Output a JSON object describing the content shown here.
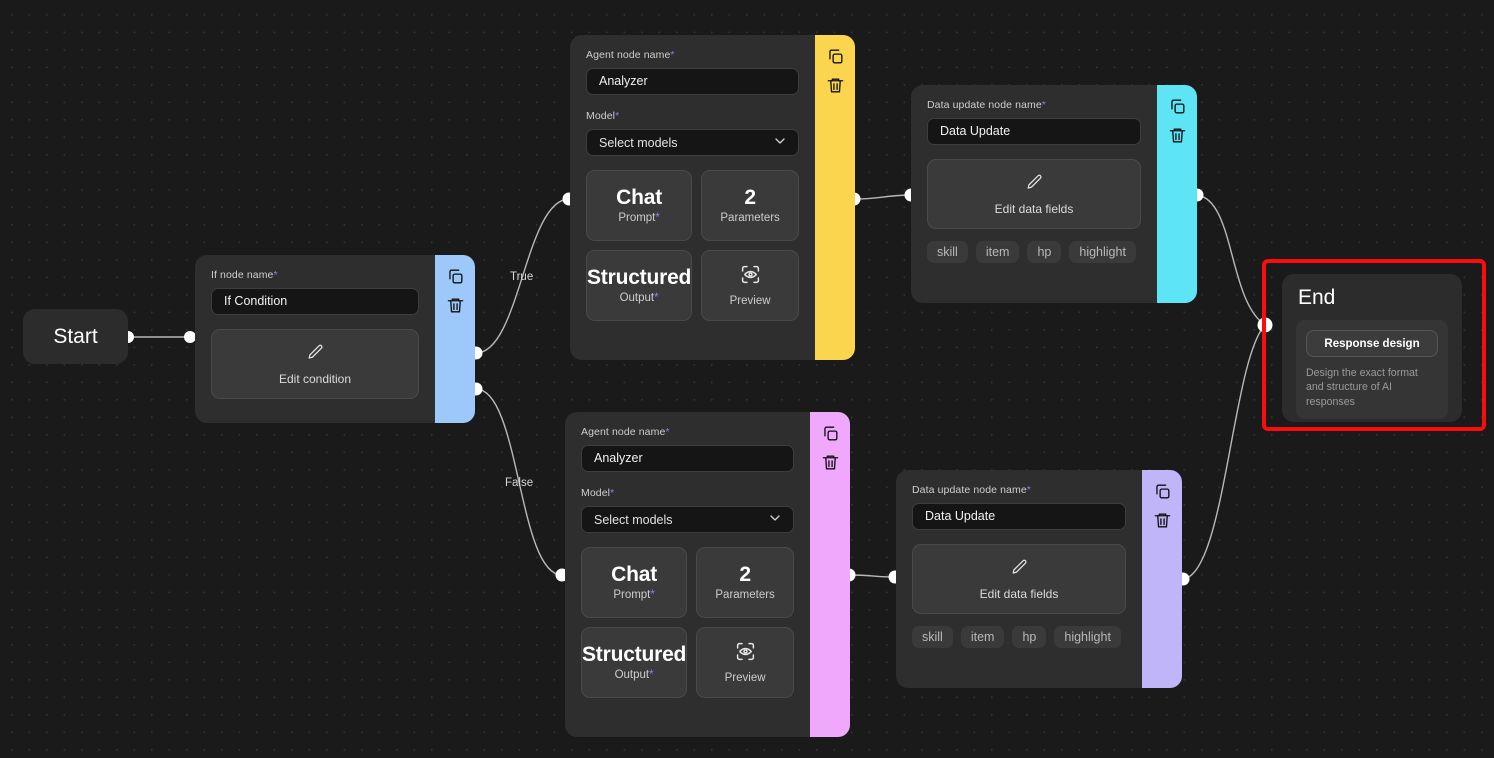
{
  "canvas": {
    "background": "#1a1a1a",
    "grid_dot_color": "#323232"
  },
  "nodes": {
    "start": {
      "title": "Start"
    },
    "if_node": {
      "name_label": "If node name",
      "required_mark": "*",
      "name_value": "If Condition",
      "edit_label": "Edit condition",
      "rail_color": "#9cc8fa",
      "copy_icon": "copy-icon",
      "delete_icon": "trash-icon",
      "edit_icon": "pencil-icon"
    },
    "agent_true": {
      "name_label": "Agent node name",
      "required_mark": "*",
      "name_value": "Analyzer",
      "model_label": "Model",
      "model_value": "Select models",
      "tiles": [
        {
          "big": "Chat",
          "sub": "Prompt",
          "required": "*"
        },
        {
          "big": "2",
          "sub": "Parameters",
          "required": ""
        },
        {
          "big": "Structured",
          "sub": "Output",
          "required": "*"
        },
        {
          "big": "",
          "sub": "Preview",
          "required": "",
          "icon": "eye-scan-icon"
        }
      ],
      "rail_color": "#fbd54e",
      "copy_icon": "copy-icon",
      "delete_icon": "trash-icon",
      "chevron_icon": "chevron-down-icon"
    },
    "agent_false": {
      "name_label": "Agent node name",
      "required_mark": "*",
      "name_value": "Analyzer",
      "model_label": "Model",
      "model_value": "Select models",
      "tiles": [
        {
          "big": "Chat",
          "sub": "Prompt",
          "required": "*"
        },
        {
          "big": "2",
          "sub": "Parameters",
          "required": ""
        },
        {
          "big": "Structured",
          "sub": "Output",
          "required": "*"
        },
        {
          "big": "",
          "sub": "Preview",
          "required": "",
          "icon": "eye-scan-icon"
        }
      ],
      "rail_color": "#efa8fb",
      "copy_icon": "copy-icon",
      "delete_icon": "trash-icon",
      "chevron_icon": "chevron-down-icon"
    },
    "data_update_top": {
      "name_label": "Data update node name",
      "required_mark": "*",
      "name_value": "Data Update",
      "edit_label": "Edit data fields",
      "tags": [
        "skill",
        "item",
        "hp",
        "highlight"
      ],
      "rail_color": "#5de5f5",
      "copy_icon": "copy-icon",
      "delete_icon": "trash-icon",
      "edit_icon": "pencil-icon"
    },
    "data_update_bottom": {
      "name_label": "Data update node name",
      "required_mark": "*",
      "name_value": "Data Update",
      "edit_label": "Edit data fields",
      "tags": [
        "skill",
        "item",
        "hp",
        "highlight"
      ],
      "rail_color": "#c0b5f8",
      "copy_icon": "copy-icon",
      "delete_icon": "trash-icon",
      "edit_icon": "pencil-icon"
    },
    "end": {
      "title": "End",
      "button_label": "Response design",
      "description": "Design the exact format and structure of AI responses",
      "selection_color": "#fc0d0d"
    }
  },
  "edges": {
    "true_label": "True",
    "false_label": "False",
    "stroke": "#b8b8b8",
    "handle_color": "#ffffff"
  }
}
